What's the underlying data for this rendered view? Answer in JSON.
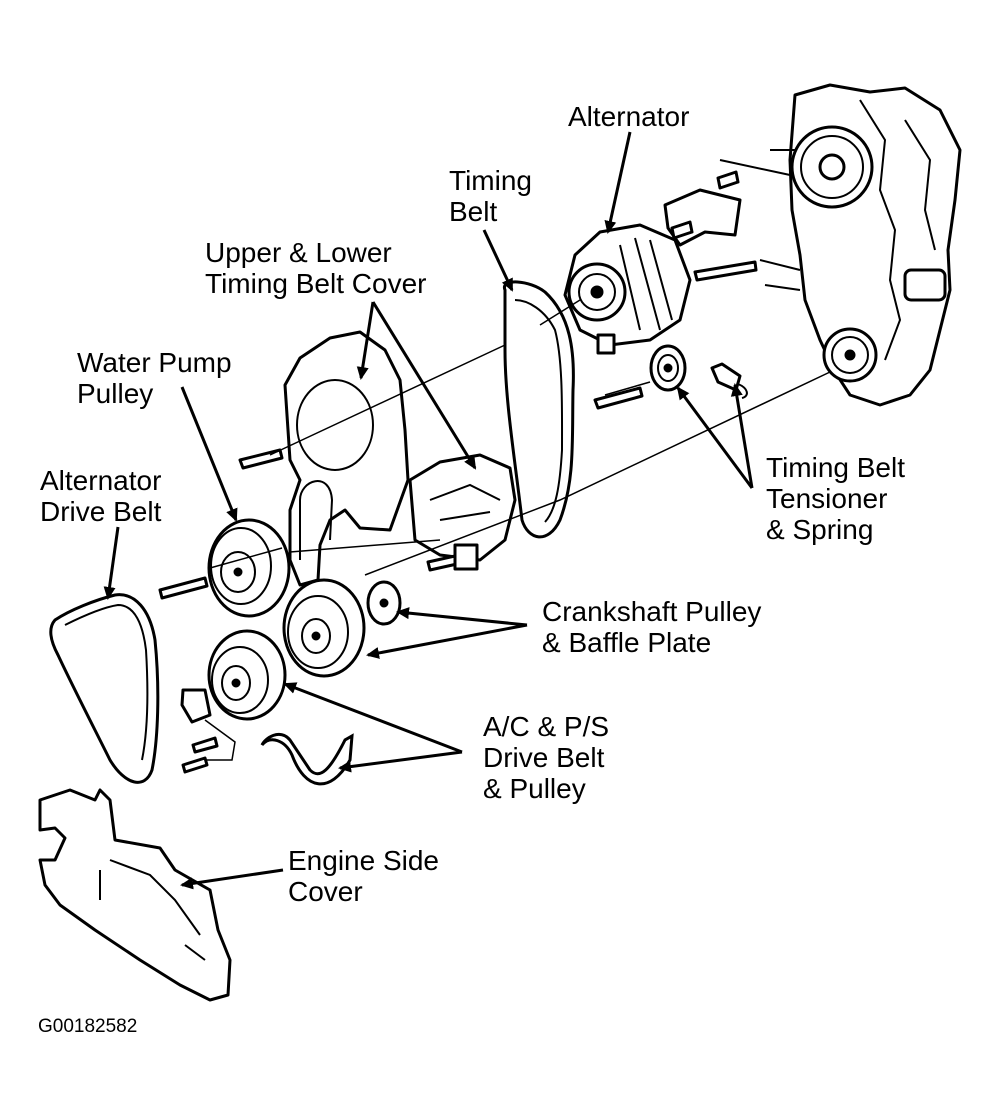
{
  "labels": {
    "alternator": [
      "Alternator"
    ],
    "timing_belt": [
      "Timing",
      "Belt"
    ],
    "timing_belt_cover": [
      "Upper & Lower",
      "Timing Belt Cover"
    ],
    "water_pump_pulley": [
      "Water Pump",
      "Pulley"
    ],
    "alternator_drive_belt": [
      "Alternator",
      "Drive Belt"
    ],
    "tensioner_spring": [
      "Timing Belt",
      "Tensioner",
      "& Spring"
    ],
    "crankshaft_pulley": [
      "Crankshaft Pulley",
      "& Baffle Plate"
    ],
    "ac_ps_belt": [
      "A/C & P/S",
      "Drive Belt",
      "& Pulley"
    ],
    "engine_side_cover": [
      "Engine Side",
      "Cover"
    ]
  },
  "figure_id": "G00182582",
  "colors": {
    "ink": "#000000",
    "paper": "#ffffff"
  }
}
